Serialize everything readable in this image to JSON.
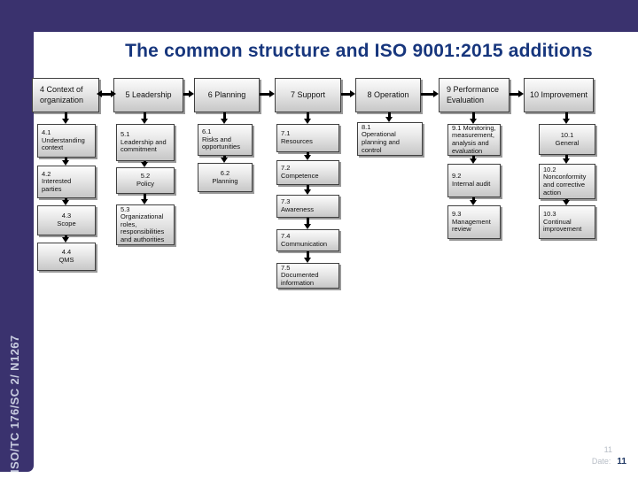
{
  "title": "The common structure and ISO 9001:2015 additions",
  "sidebar": {
    "doc_ref": "ISO/TC 176/SC 2/ N1267"
  },
  "footer": {
    "page_number_faint": "11",
    "date_label": "Date:",
    "page_number": "11"
  },
  "colors": {
    "border_band": "#3a326e",
    "title_blue": "#17367d",
    "box_border": "#3f3f3f",
    "box_fill_top": "#fcfcfc",
    "box_fill_bottom": "#c7c7c7",
    "arrow": "#000000",
    "footer_gray": "#b7bdc6",
    "page_number_blue": "#1f3864",
    "sidebar_text": "#c9cde0"
  },
  "diagram": {
    "columns": [
      {
        "header": "4 Context of\norganization",
        "items": [
          {
            "text": "4.1\nUnderstanding\ncontext"
          },
          {
            "text": "4.2\nInterested\nparties"
          },
          {
            "text": "4.3\nScope"
          },
          {
            "text": "4.4\nQMS"
          }
        ]
      },
      {
        "header": "5 Leadership",
        "items": [
          {
            "text": "5.1\nLeadership and\ncommitment"
          },
          {
            "text": "5.2\nPolicy"
          },
          {
            "text": "5.3\nOrganizational\nroles,\nresponsibilities\nand authorities"
          }
        ]
      },
      {
        "header": "6 Planning",
        "items": [
          {
            "text": "6.1\nRisks and\nopportunities"
          },
          {
            "text": "6.2\nPlanning"
          }
        ]
      },
      {
        "header": "7 Support",
        "items": [
          {
            "text": "7.1\nResources"
          },
          {
            "text": "7.2\nCompetence"
          },
          {
            "text": "7.3\nAwareness"
          },
          {
            "text": "7.4\nCommunication"
          },
          {
            "text": "7.5\nDocumented\ninformation"
          }
        ]
      },
      {
        "header": "8 Operation",
        "items": [
          {
            "text": "8.1\nOperational\nplanning and\ncontrol"
          }
        ]
      },
      {
        "header": "9 Performance\nEvaluation",
        "items": [
          {
            "text": "9.1 Monitoring,\nmeasurement,\nanalysis and\nevaluation"
          },
          {
            "text": "9.2\nInternal audit"
          },
          {
            "text": "9.3\nManagement\nreview"
          }
        ]
      },
      {
        "header": "10 Improvement",
        "items": [
          {
            "text": "10.1\nGeneral"
          },
          {
            "text": "10.2\nNonconformity\nand corrective\naction"
          },
          {
            "text": "10.3\nContinual\nimprovement"
          }
        ]
      }
    ]
  }
}
